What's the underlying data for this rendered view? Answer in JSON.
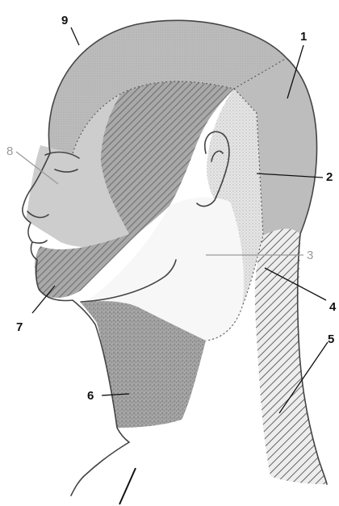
{
  "labels": {
    "l1": "1",
    "l2": "2",
    "l3": "3",
    "l4": "4",
    "l5": "5",
    "l6": "6",
    "l7": "7",
    "l8": "8",
    "l9": "9"
  },
  "colors": {
    "zone_scalp": "#b9b9b9",
    "zone_face": "#cdcdcd",
    "zone_temporal_hatch": "#7a7a7a",
    "zone_behind_ear": "#e4e4e4",
    "zone_parotid": "#f7f7f7",
    "zone_occipital": "#bdbdbd",
    "zone_neck_front": "#9f9f9f",
    "zone_nape_hatch": "#6a6a6a"
  }
}
